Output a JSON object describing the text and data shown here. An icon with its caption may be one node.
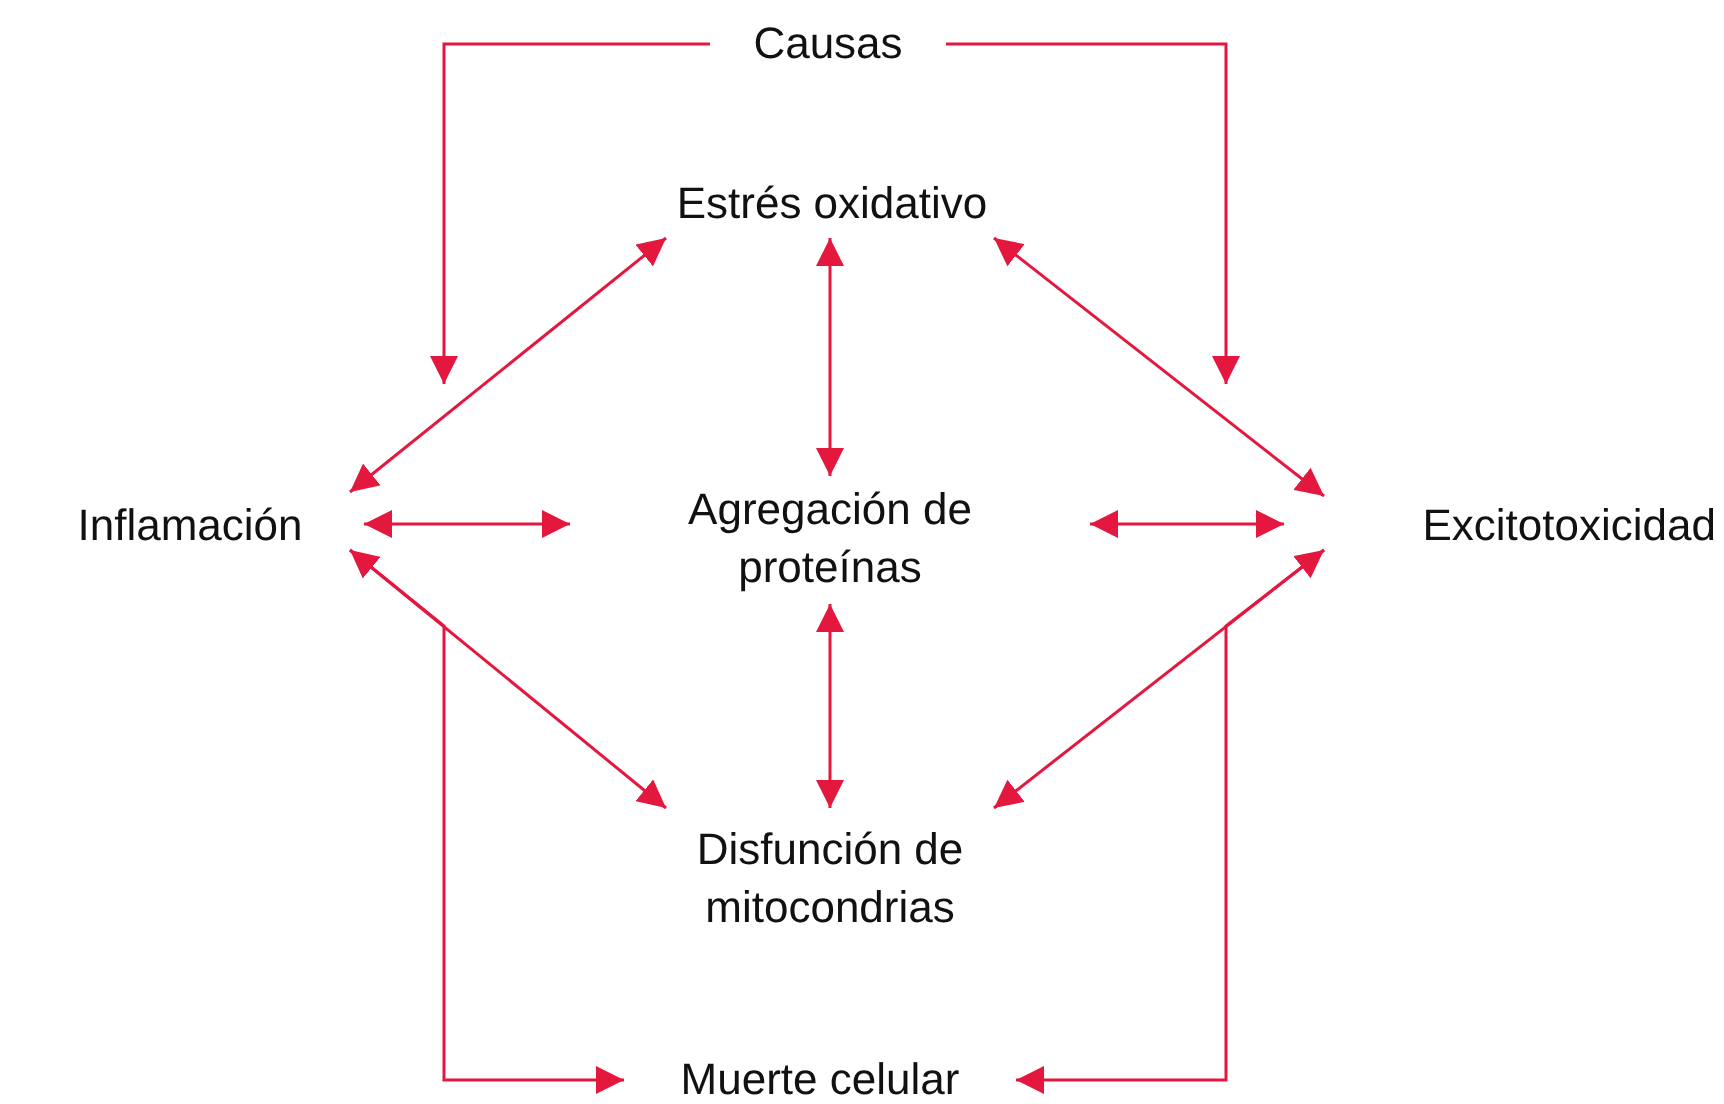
{
  "diagram": {
    "nodes": [
      {
        "text": [
          "Causas"
        ]
      },
      {
        "text": [
          "Estrés oxidativo"
        ]
      },
      {
        "text": [
          "Inflamación"
        ]
      },
      {
        "text": [
          "Agregación de proteínas"
        ]
      },
      {
        "text": [
          "Excitotoxicidad"
        ]
      },
      {
        "text": [
          "Disfunción de mitocondrias"
        ]
      },
      {
        "text": [
          "Muerte celular"
        ]
      }
    ],
    "edges": [
      {
        "from": 0,
        "to": null,
        "arrow": "to"
      },
      {
        "from": 0,
        "to": null,
        "arrow": "to"
      },
      {
        "from": 2,
        "to": 1,
        "arrow": "both"
      },
      {
        "from": 1,
        "to": 3,
        "arrow": "both"
      },
      {
        "from": 1,
        "to": 4,
        "arrow": "both"
      },
      {
        "from": 2,
        "to": 3,
        "arrow": "both"
      },
      {
        "from": 3,
        "to": 4,
        "arrow": "both"
      },
      {
        "from": 2,
        "to": 5,
        "arrow": "both"
      },
      {
        "from": 3,
        "to": 5,
        "arrow": "both"
      },
      {
        "from": 4,
        "to": 5,
        "arrow": "both"
      },
      {
        "from": 2,
        "to": 6,
        "arrow": "to"
      },
      {
        "from": 4,
        "to": 6,
        "arrow": "to"
      }
    ]
  }
}
